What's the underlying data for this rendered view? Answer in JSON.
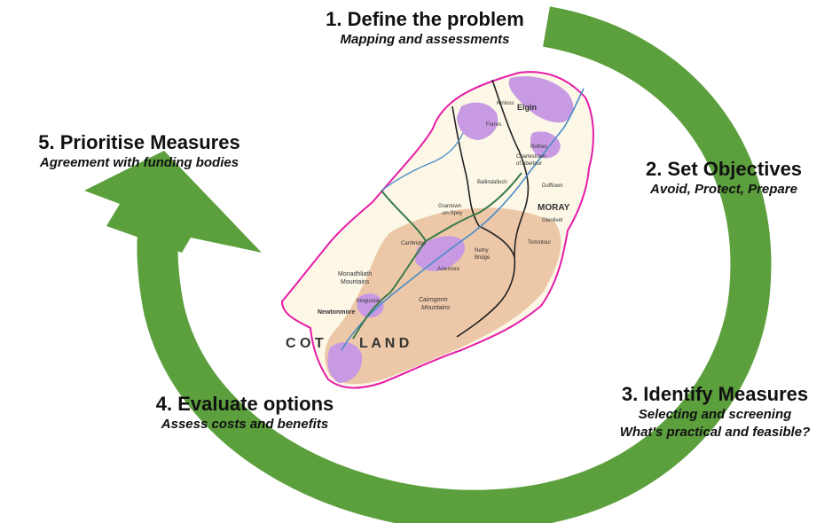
{
  "steps": [
    {
      "title": "1.  Define the problem",
      "subtitle": "Mapping and assessments"
    },
    {
      "title": "2. Set Objectives",
      "subtitle": "Avoid, Protect, Prepare"
    },
    {
      "title": "3. Identify Measures",
      "subtitle": "Selecting and screening",
      "subtitle2": "What's practical and feasible?"
    },
    {
      "title": "4. Evaluate options",
      "subtitle": "Assess costs and benefits"
    },
    {
      "title": "5. Prioritise Measures",
      "subtitle": "Agreement with funding bodies"
    }
  ],
  "map": {
    "labels": {
      "elgin": "Elgin",
      "kinloss": "Kinloss",
      "forres": "Forres",
      "rothes": "Rothes",
      "charlestown": "Charlestown",
      "of_aberlour": "of Aberlour",
      "dufftown": "Dufftown",
      "glenlivet": "Glenlivet",
      "tomintoul": "Tomintoul",
      "ballindalloch": "Ballindalloch",
      "grantown": "Grantown",
      "on_spey": "-on-Spey",
      "nethy": "Nethy",
      "bridge": "Bridge",
      "carrbridge": "Carrbridge",
      "aviemore": "Aviemore",
      "monadhliath": "Monadhliath",
      "mountains": "Mountains",
      "cairngorm": "Cairngorm",
      "cairngorm_mountains": "Mountains",
      "kingussie": "Kingussie",
      "newtonmore": "Newtonmore",
      "moray": "MORAY",
      "scotland_left": "C O T",
      "scotland_right": "L A N D"
    }
  },
  "colors": {
    "arrow": "#5c9f3d",
    "map_land": "#fcf7e6",
    "map_upland": "#edc8a8",
    "map_flood": "#c89ae3",
    "map_boundary": "#e61ca8",
    "map_river": "#4a8cc8",
    "map_road": "#3a7a4a",
    "map_border": "#222222"
  }
}
